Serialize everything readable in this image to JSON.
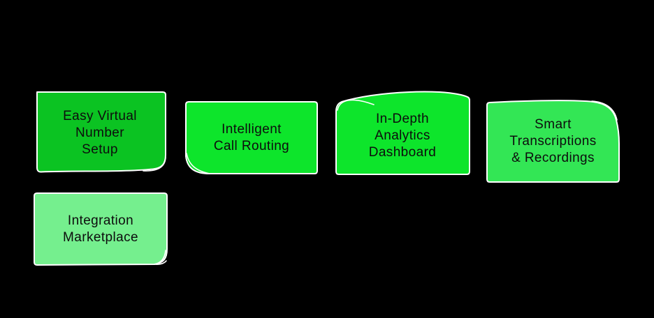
{
  "canvas": {
    "background": "#000000",
    "outline_color": "#ffffff",
    "text_color": "#0d0d0d"
  },
  "features": [
    {
      "label": "Easy Virtual\nNumber\nSetup",
      "color": "#0bc322",
      "shape": "sticky-note-curl-bottom-right"
    },
    {
      "label": "Intelligent\nCall Routing",
      "color": "#0de52b",
      "shape": "sticky-note-curl-bottom-left"
    },
    {
      "label": "In-Depth\nAnalytics\nDashboard",
      "color": "#0de52b",
      "shape": "sticky-note-curl-top-left"
    },
    {
      "label": "Smart\nTranscriptions\n& Recordings",
      "color": "#33e655",
      "shape": "sticky-note-curl-top-right"
    },
    {
      "label": "Integration\nMarketplace",
      "color": "#75ef8e",
      "shape": "sticky-note-curl-bottom-right"
    }
  ]
}
